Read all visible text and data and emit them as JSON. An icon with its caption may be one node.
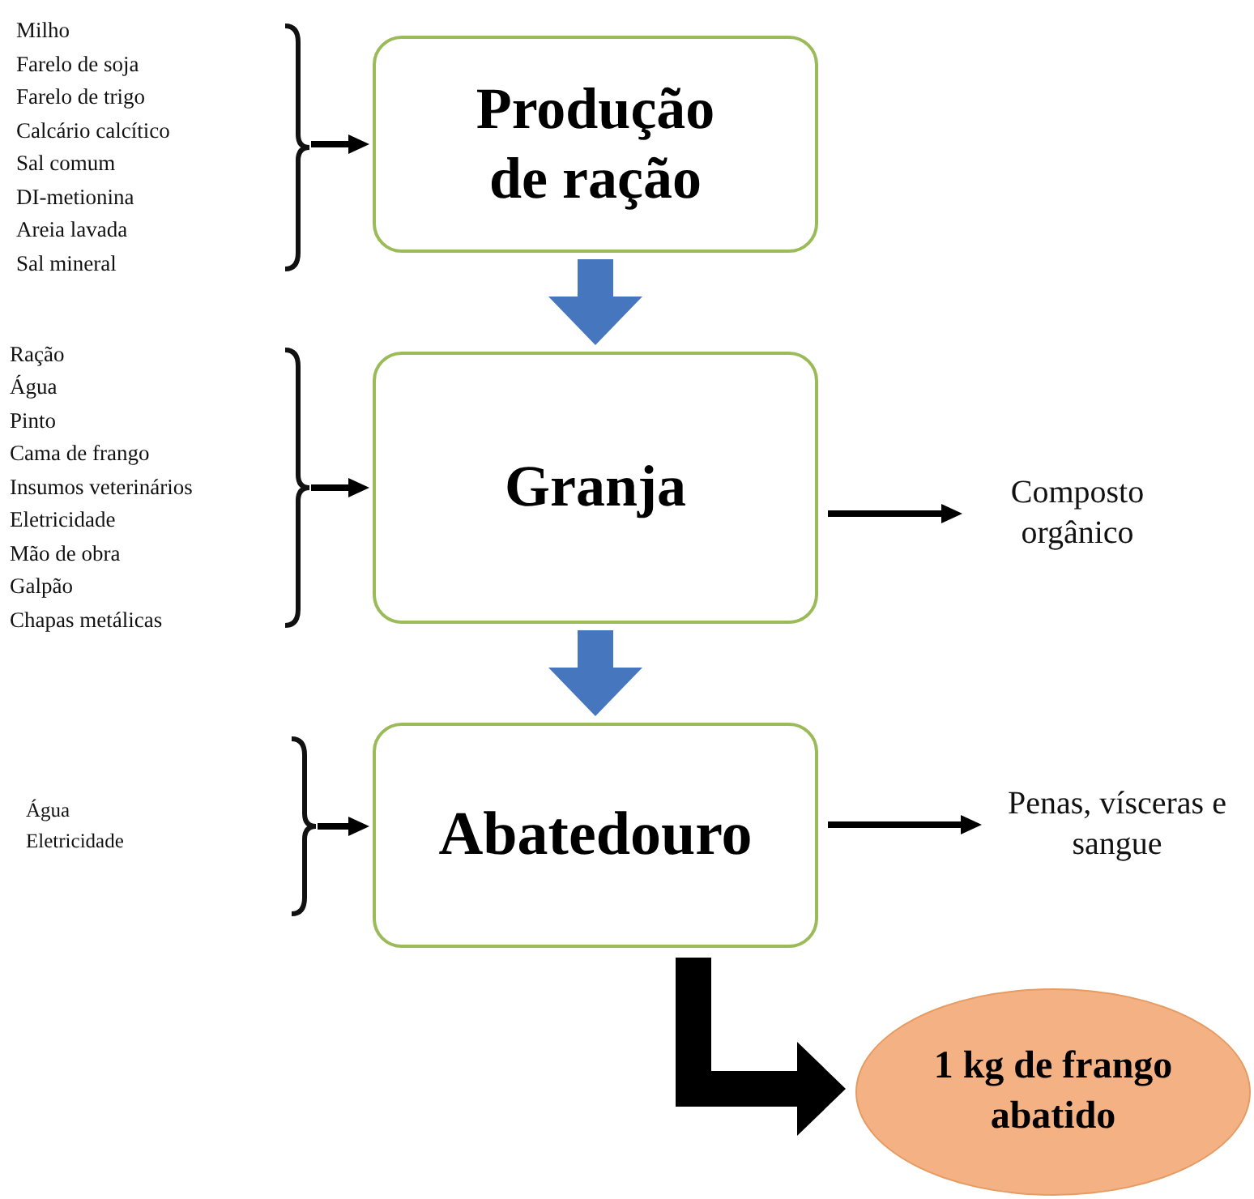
{
  "diagram": {
    "nodes": [
      {
        "text": [
          "Milho",
          "Farelo de soja",
          "Farelo de trigo",
          "Calcário calcítico",
          "Sal comum",
          "DI-metionina",
          "Areia lavada",
          "Sal mineral"
        ]
      },
      {
        "text": [
          "Produção de ração"
        ]
      },
      {
        "text": [
          "Ração",
          "Água",
          "Pinto",
          "Cama de frango",
          "Insumos veterinários",
          "Eletricidade",
          "Mão de obra",
          "Galpão",
          "Chapas metálicas"
        ]
      },
      {
        "text": [
          "Granja"
        ]
      },
      {
        "text": [
          "Composto orgânico"
        ]
      },
      {
        "text": [
          "Água",
          "Eletricidade"
        ]
      },
      {
        "text": [
          "Abatedouro"
        ]
      },
      {
        "text": [
          "Penas, vísceras e sangue"
        ]
      },
      {
        "text": [
          "1 kg de frango abatido"
        ]
      }
    ],
    "edges": [
      {
        "from": 0,
        "to": 1,
        "arrow": "to"
      },
      {
        "from": 1,
        "to": 3,
        "arrow": "to",
        "style": "thick",
        "color": "#4677be"
      },
      {
        "from": 2,
        "to": 3,
        "arrow": "to"
      },
      {
        "from": 3,
        "to": 4,
        "arrow": "to"
      },
      {
        "from": 3,
        "to": 6,
        "arrow": "to",
        "style": "thick",
        "color": "#4677be"
      },
      {
        "from": 5,
        "to": 6,
        "arrow": "to"
      },
      {
        "from": 6,
        "to": 7,
        "arrow": "to"
      },
      {
        "from": 6,
        "to": 8,
        "arrow": "to",
        "style": "thick"
      }
    ]
  }
}
